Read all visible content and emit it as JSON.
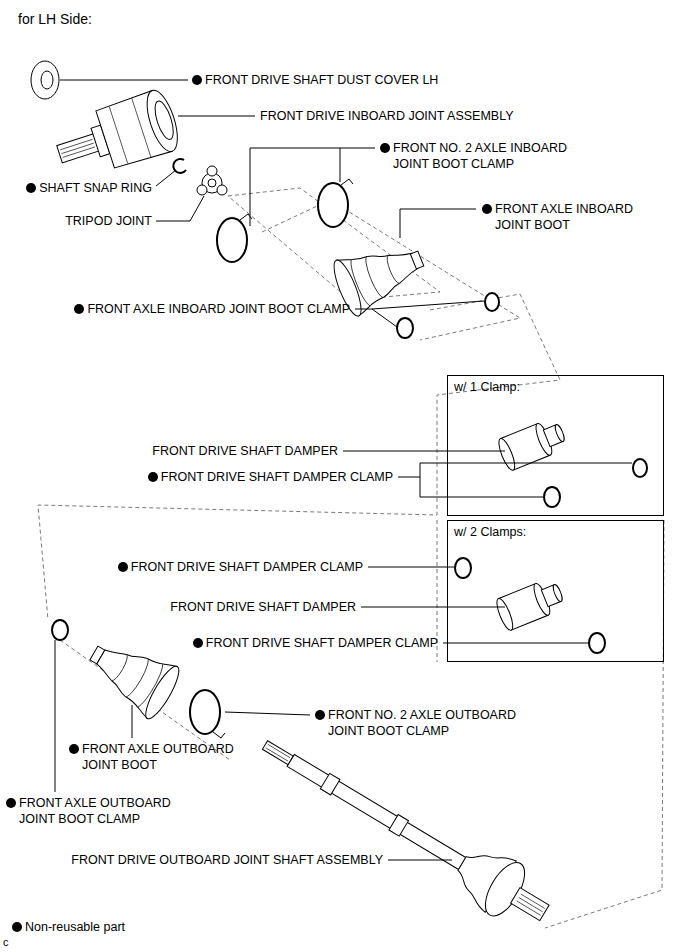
{
  "diagram": {
    "title": "for LH Side:",
    "nodes": [
      {
        "text": [
          "w/ 1 Clamp:"
        ]
      },
      {
        "text": [
          "w/ 2 Clamps:"
        ]
      }
    ],
    "labels": [
      "FRONT DRIVE SHAFT DUST COVER LH",
      "FRONT DRIVE INBOARD JOINT ASSEMBLY",
      "FRONT NO. 2 AXLE INBOARD JOINT BOOT CLAMP",
      "SHAFT SNAP RING",
      "TRIPOD JOINT",
      "FRONT AXLE INBOARD JOINT BOOT",
      "FRONT AXLE INBOARD JOINT BOOT CLAMP",
      "FRONT DRIVE SHAFT DAMPER",
      "FRONT DRIVE SHAFT DAMPER CLAMP",
      "FRONT DRIVE SHAFT DAMPER CLAMP",
      "FRONT DRIVE SHAFT DAMPER",
      "FRONT DRIVE SHAFT DAMPER CLAMP",
      "FRONT NO. 2 AXLE OUTBOARD JOINT BOOT CLAMP",
      "FRONT AXLE OUTBOARD JOINT BOOT",
      "FRONT AXLE OUTBOARD JOINT BOOT CLAMP",
      "FRONT DRIVE OUTBOARD JOINT SHAFT ASSEMBLY",
      "c"
    ],
    "legend": [
      {
        "text": "Non-reusable part"
      }
    ]
  }
}
